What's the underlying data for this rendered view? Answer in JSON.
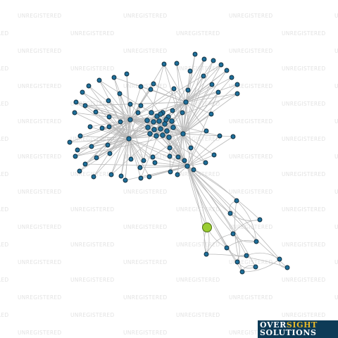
{
  "watermark": {
    "text": "UNREGISTERED",
    "color": "#e3e3e3"
  },
  "logo": {
    "line1_a": "OVER",
    "line1_b": "SIGHT",
    "line2": "SOLUTIONS",
    "background": "#0d3b57",
    "accent": "#e8b92a"
  },
  "graph": {
    "node_color": "#1e6f9a",
    "node_stroke": "#0f2a3a",
    "highlight_color": "#9acd32",
    "edge_color": "#b9b9b9"
  }
}
